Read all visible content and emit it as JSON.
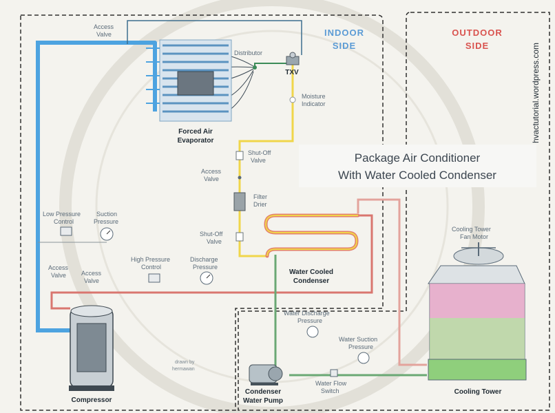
{
  "diagram": {
    "title_line1": "Package Air Conditioner",
    "title_line2": "With Water Cooled Condenser",
    "credit": "hvactutorial.wordpress.com",
    "indoor_label_1": "INDOOR",
    "indoor_label_2": "SIDE",
    "outdoor_label_1": "OUTDOOR",
    "outdoor_label_2": "SIDE"
  },
  "components": {
    "evaporator_1": "Forced Air",
    "evaporator_2": "Evaporator",
    "distributor": "Distributor",
    "txv": "TXV",
    "moisture_1": "Moisture",
    "moisture_2": "Indicator",
    "shutoff_top_1": "Shut-Off",
    "shutoff_top_2": "Valve",
    "access_mid_1": "Access",
    "access_mid_2": "Valve",
    "filter_1": "Filter",
    "filter_2": "Drier",
    "shutoff_bot_1": "Shut-Off",
    "shutoff_bot_2": "Valve",
    "access_top_1": "Access",
    "access_top_2": "Valve",
    "lpc_1": "Low Pressure",
    "lpc_2": "Control",
    "suction_1": "Suction",
    "suction_2": "Pressure",
    "hpc_1": "High Pressure",
    "hpc_2": "Control",
    "discharge_1": "Discharge",
    "discharge_2": "Pressure",
    "access_left_1": "Access",
    "access_left_2": "Valve",
    "access_left2_1": "Access",
    "access_left2_2": "Valve",
    "condenser_1": "Water Cooled",
    "condenser_2": "Condenser",
    "fan_motor_1": "Cooling Tower",
    "fan_motor_2": "Fan Motor",
    "wdp_1": "Water Discharge",
    "wdp_2": "Pressure",
    "wsp_1": "Water Suction",
    "wsp_2": "Pressure",
    "wfs_1": "Water Flow",
    "wfs_2": "Switch",
    "pump_1": "Condenser",
    "pump_2": "Water Pump",
    "compressor": "Compressor",
    "cooling_tower": "Cooling Tower",
    "drawn_1": "drawn by",
    "drawn_2": "hermawan"
  }
}
